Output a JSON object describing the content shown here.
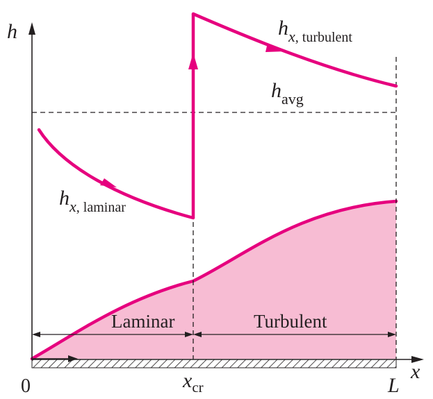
{
  "axes": {
    "y_label": "h",
    "x_label": "x",
    "origin_label": "0",
    "end_label": "L"
  },
  "transition": {
    "main": "x",
    "sub": "cr"
  },
  "curves": {
    "laminar": {
      "main": "x",
      "sub": ", laminar",
      "symbol": "h"
    },
    "turbulent": {
      "main": "x",
      "sub": ", turbulent",
      "symbol": "h"
    },
    "average": {
      "symbol": "h",
      "sub": "avg"
    }
  },
  "regions": {
    "laminar": "Laminar",
    "turbulent": "Turbulent"
  },
  "colors": {
    "curve": "#e6007e",
    "boundary_layer_fill": "#f7bcd3",
    "line": "#231f20"
  }
}
